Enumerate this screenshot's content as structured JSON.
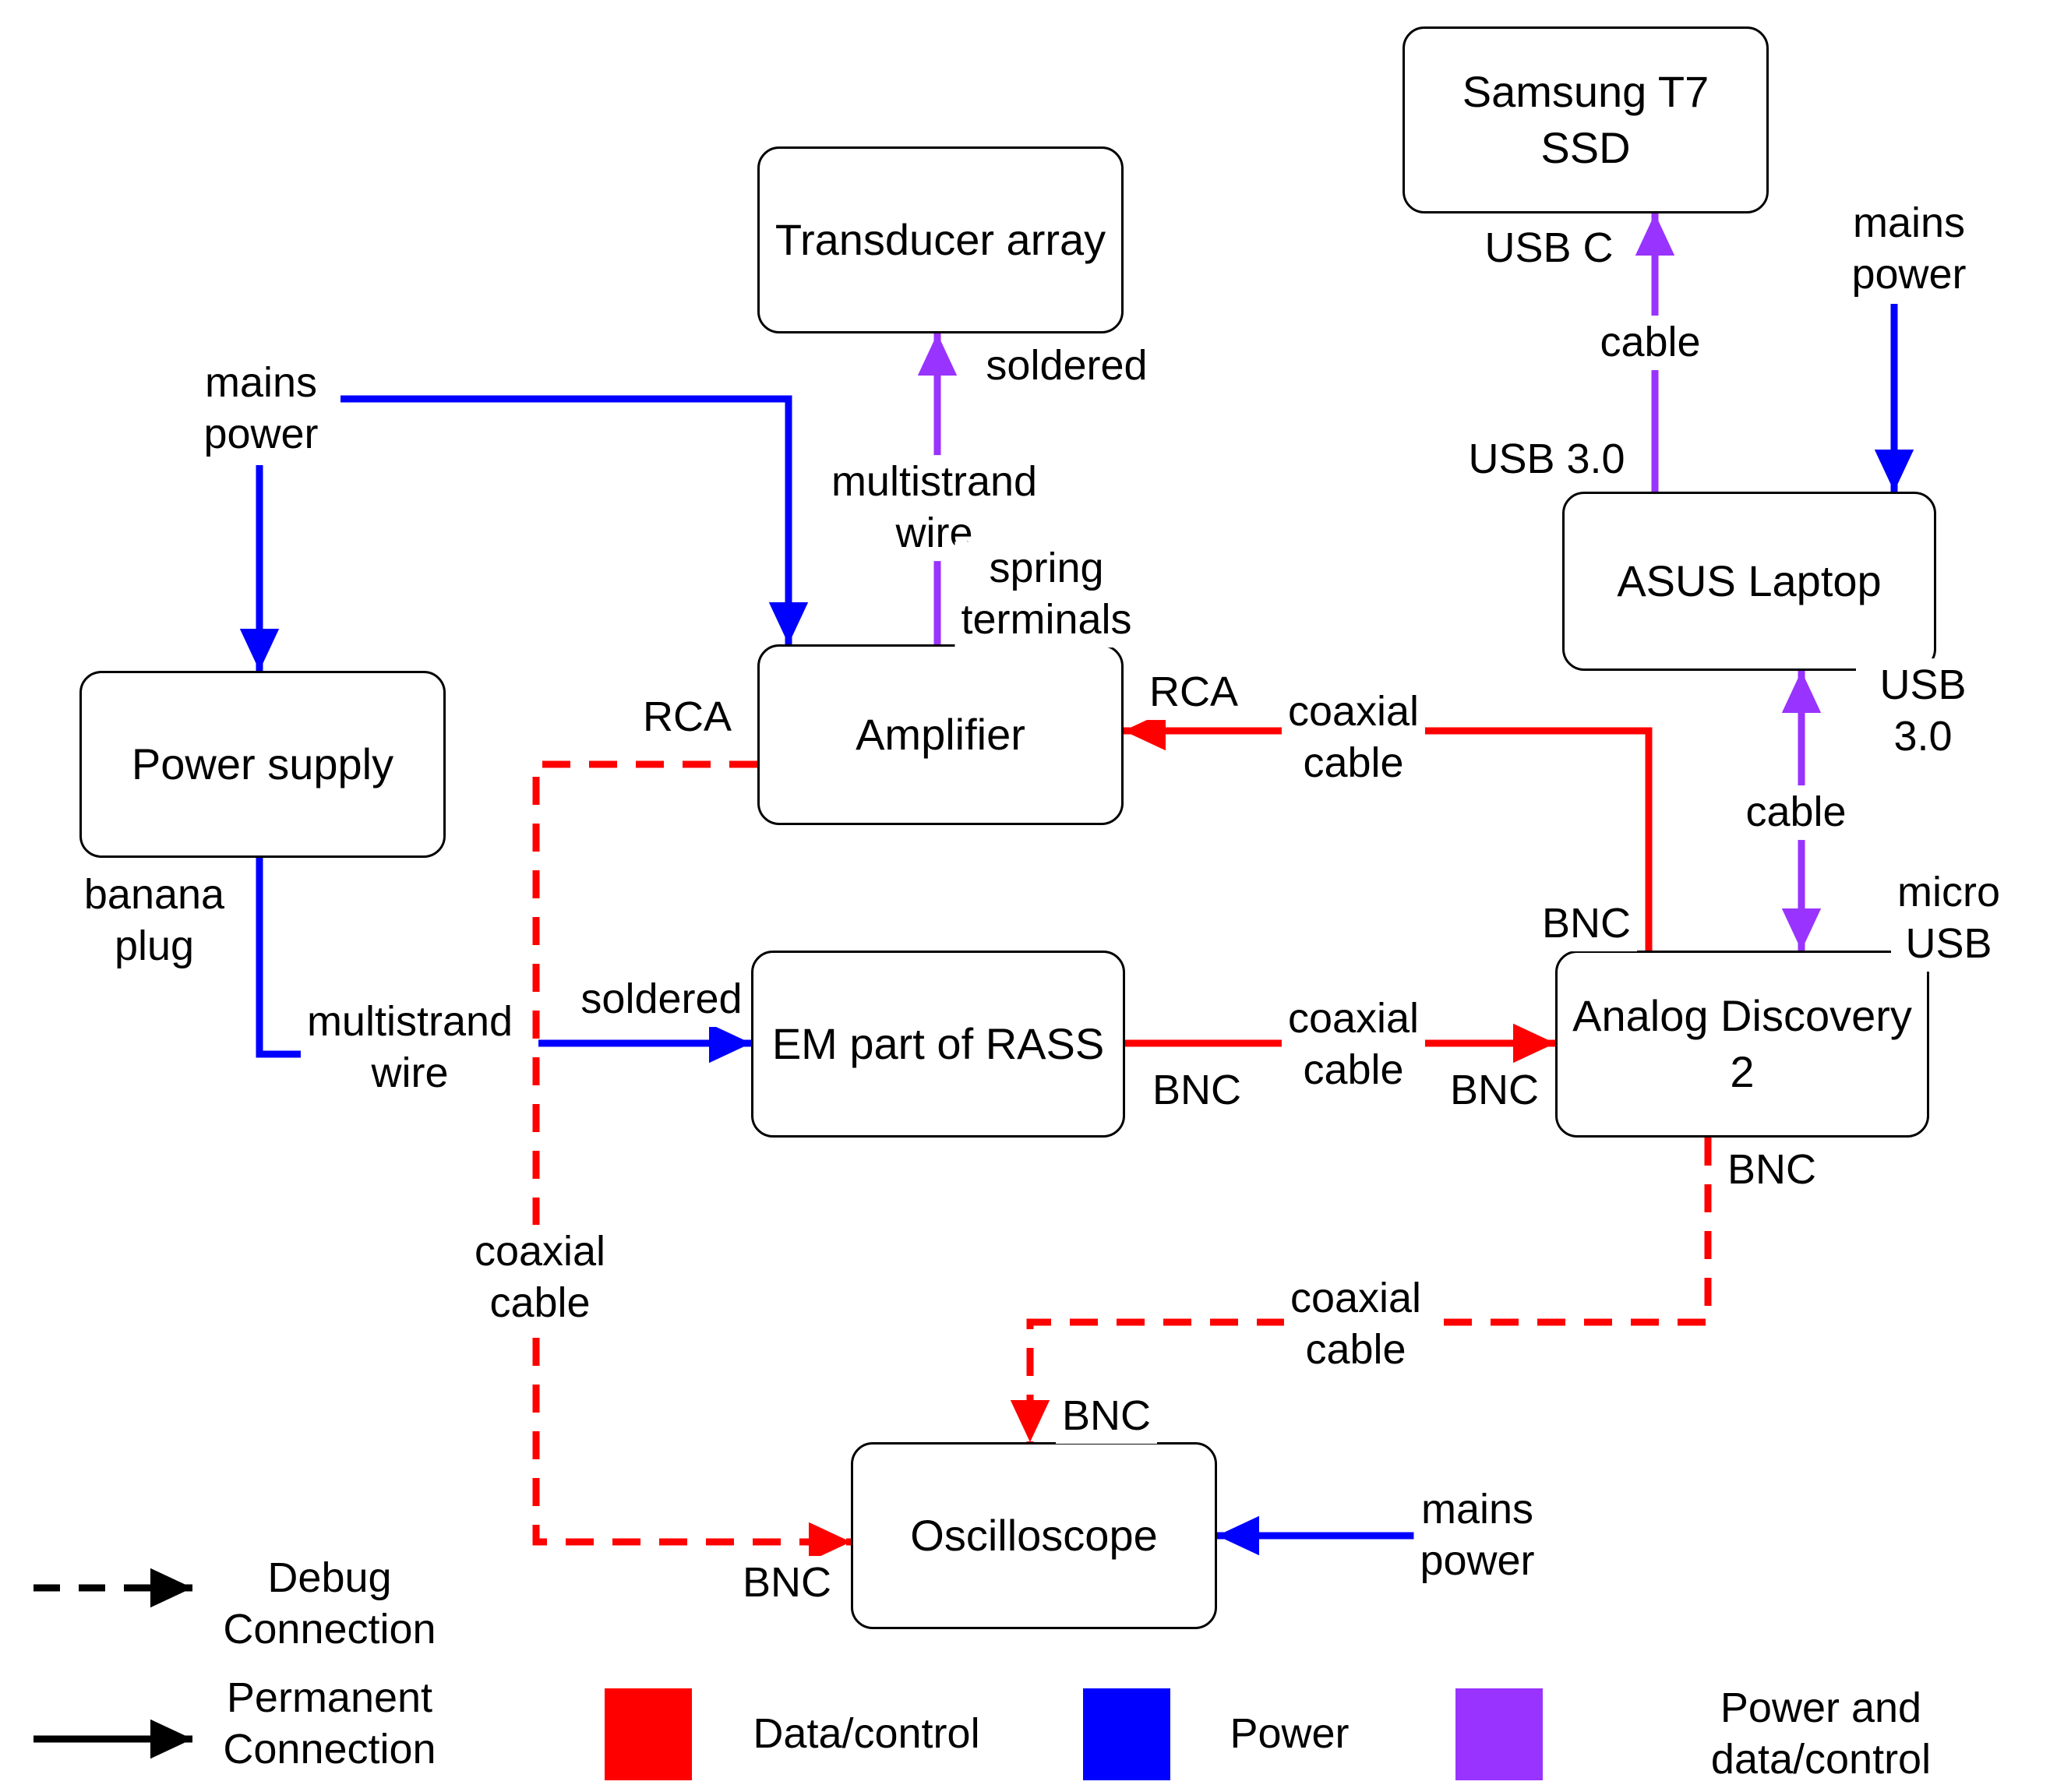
{
  "diagram": {
    "nodes": {
      "samsung_ssd": "Samsung T7\nSSD",
      "transducer": "Transducer array",
      "asus_laptop": "ASUS Laptop",
      "amplifier": "Amplifier",
      "power_supply": "Power supply",
      "em_rass": "EM part of RASS",
      "analog_discovery": "Analog Discovery\n2",
      "oscilloscope": "Oscilloscope"
    },
    "edge_labels": {
      "soldered_transducer": "soldered",
      "multistrand_wire_top": "multistrand\nwire",
      "spring_terminals": "spring\nterminals",
      "rca_left": "RCA",
      "rca_right": "RCA",
      "coaxial_cable_amp": "coaxial\ncable",
      "usb_c": "USB C",
      "cable_ssd": "cable",
      "usb30_laptop_top": "USB 3.0",
      "mains_power_laptop": "mains\npower",
      "usb30_laptop_bottom": "USB 3.0",
      "cable_laptop_ad2": "cable",
      "micro_usb": "micro USB",
      "bnc_ad2_top": "BNC",
      "mains_power_supply": "mains\npower",
      "banana_plug": "banana\nplug",
      "multistrand_wire_left": "multistrand\nwire",
      "soldered_em": "soldered",
      "bnc_em_out": "BNC",
      "coaxial_cable_em_ad2": "coaxial\ncable",
      "bnc_ad2_in": "BNC",
      "bnc_ad2_bottom": "BNC",
      "coaxial_cable_debug_left": "coaxial\ncable",
      "coaxial_cable_debug_bottom": "coaxial\ncable",
      "bnc_osc_top": "BNC",
      "bnc_osc_left": "BNC",
      "mains_power_osc": "mains\npower"
    },
    "legend": {
      "debug_label": "Debug\nConnection",
      "permanent_label": "Permanent\nConnection",
      "swatches": [
        {
          "label": "Data/control",
          "color": "#FF0000"
        },
        {
          "label": "Power",
          "color": "#0000FF"
        },
        {
          "label": "Power and data/control",
          "color": "#9933FF"
        }
      ]
    },
    "colors": {
      "data_control": "#FF0000",
      "power": "#0000FF",
      "power_and_data": "#9933FF",
      "connection_legend": "#000000"
    }
  }
}
